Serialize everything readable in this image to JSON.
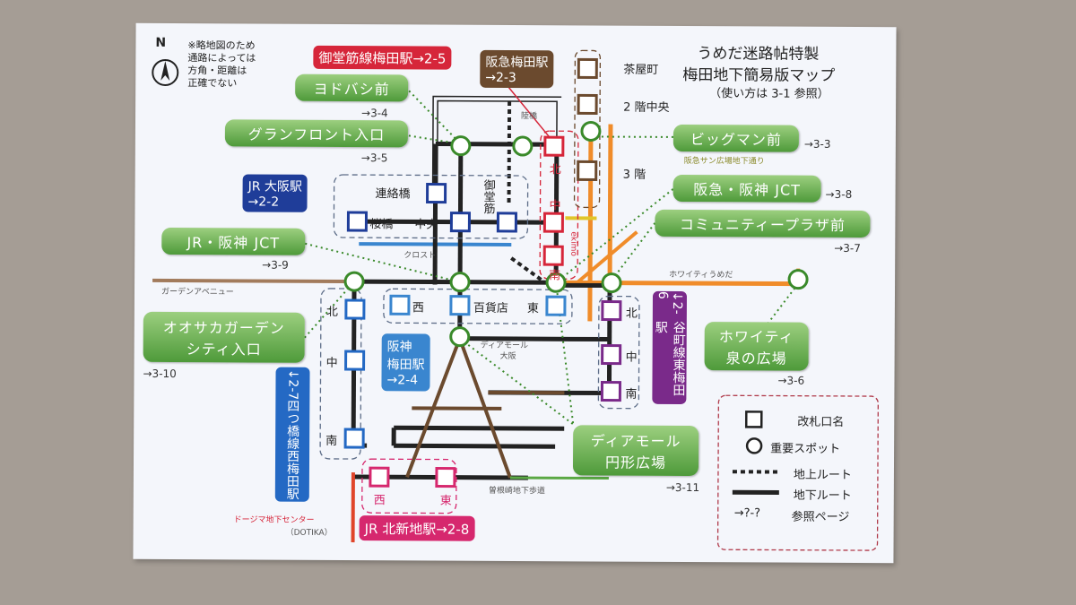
{
  "header": {
    "title_line1": "うめだ迷路帖特製",
    "title_line2": "梅田地下簡易版マップ",
    "title_line3": "（使い方は 3-1 参照）",
    "compass": "N",
    "note_line1": "※略地図のため",
    "note_line2": "通路によっては",
    "note_line3": "方角・距離は",
    "note_line4": "正確でない"
  },
  "stations": {
    "midosuji": "御堂筋線梅田駅→2-5",
    "hankyu_line1": "阪急梅田駅",
    "hankyu_line2": "→2-3",
    "jr_osaka_line1": "JR 大阪駅",
    "jr_osaka_line2": "→2-2",
    "hanshin_line1": "阪神",
    "hanshin_line2": "梅田駅",
    "hanshin_line3": "→2-4",
    "yotsubashi": "四つ橋線西梅田駅",
    "yotsubashi_ref": "↓2-7",
    "tanimachi": "谷町線東梅田駅",
    "tanimachi_ref": "↓2-6",
    "jr_kitashinchi": "JR 北新地駅→2-8"
  },
  "spots": {
    "yodobashi": "ヨドバシ前",
    "yodobashi_ref": "→3-4",
    "grand_front": "グランフロント入口",
    "grand_front_ref": "→3-5",
    "jr_hanshin": "JR・阪神 JCT",
    "jr_hanshin_ref": "→3-9",
    "osaka_garden_line1": "オオサカガーデン",
    "osaka_garden_line2": "シティ入口",
    "osaka_garden_ref": "→3-10",
    "bigman": "ビッグマン前",
    "bigman_ref": "→3-3",
    "hankyu_hanshin": "阪急・阪神 JCT",
    "hankyu_hanshin_ref": "→3-8",
    "community": "コミュニティープラザ前",
    "community_ref": "→3-7",
    "whity_line1": "ホワイティ",
    "whity_line2": "泉の広場",
    "whity_ref": "→3-6",
    "diamor_line1": "ディアモール",
    "diamor_line2": "円形広場",
    "diamor_ref": "→3-11"
  },
  "labels": {
    "renrakubashi": "連絡橋",
    "sakurabashi": "桜橋",
    "chuo": "中央",
    "mido": "御堂筋",
    "north": "北",
    "middle": "中",
    "south": "南",
    "west": "西",
    "east": "東",
    "dept": "百貨店",
    "chayamachi": "茶屋町",
    "floor2": "2 階中央",
    "floor3": "3 階",
    "rikkyo": "陸橋",
    "ekimo": "ekimo",
    "cross": "クロスト",
    "garden_ave": "ガーデンアベニュー",
    "whity_umeda": "ホワイティうめだ",
    "diamor_osaka1": "ディアモール",
    "diamor_osaka2": "大阪",
    "sonezaki": "曽根崎地下歩道",
    "dotika1": "ドージマ地下センター",
    "dotika2": "（DOTIKA）",
    "hankyu_sanban": "阪急サン広場地下通り"
  },
  "legend": {
    "gate": "改札口名",
    "spot": "重要スポット",
    "ground": "地上ルート",
    "underground": "地下ルート",
    "ref_symbol": "→?-?",
    "ref": "参照ページ"
  },
  "colors": {
    "midosuji": "#d6263a",
    "hankyu": "#6b4a2e",
    "jr": "#1f3d99",
    "hanshin": "#3a86cf",
    "yotsubashi": "#2469c4",
    "tanimachi": "#7a2a8a",
    "kitashinchi": "#d6286e",
    "spot": "#5aa844",
    "whity": "#f08c2a",
    "garden": "#a27b5c"
  }
}
